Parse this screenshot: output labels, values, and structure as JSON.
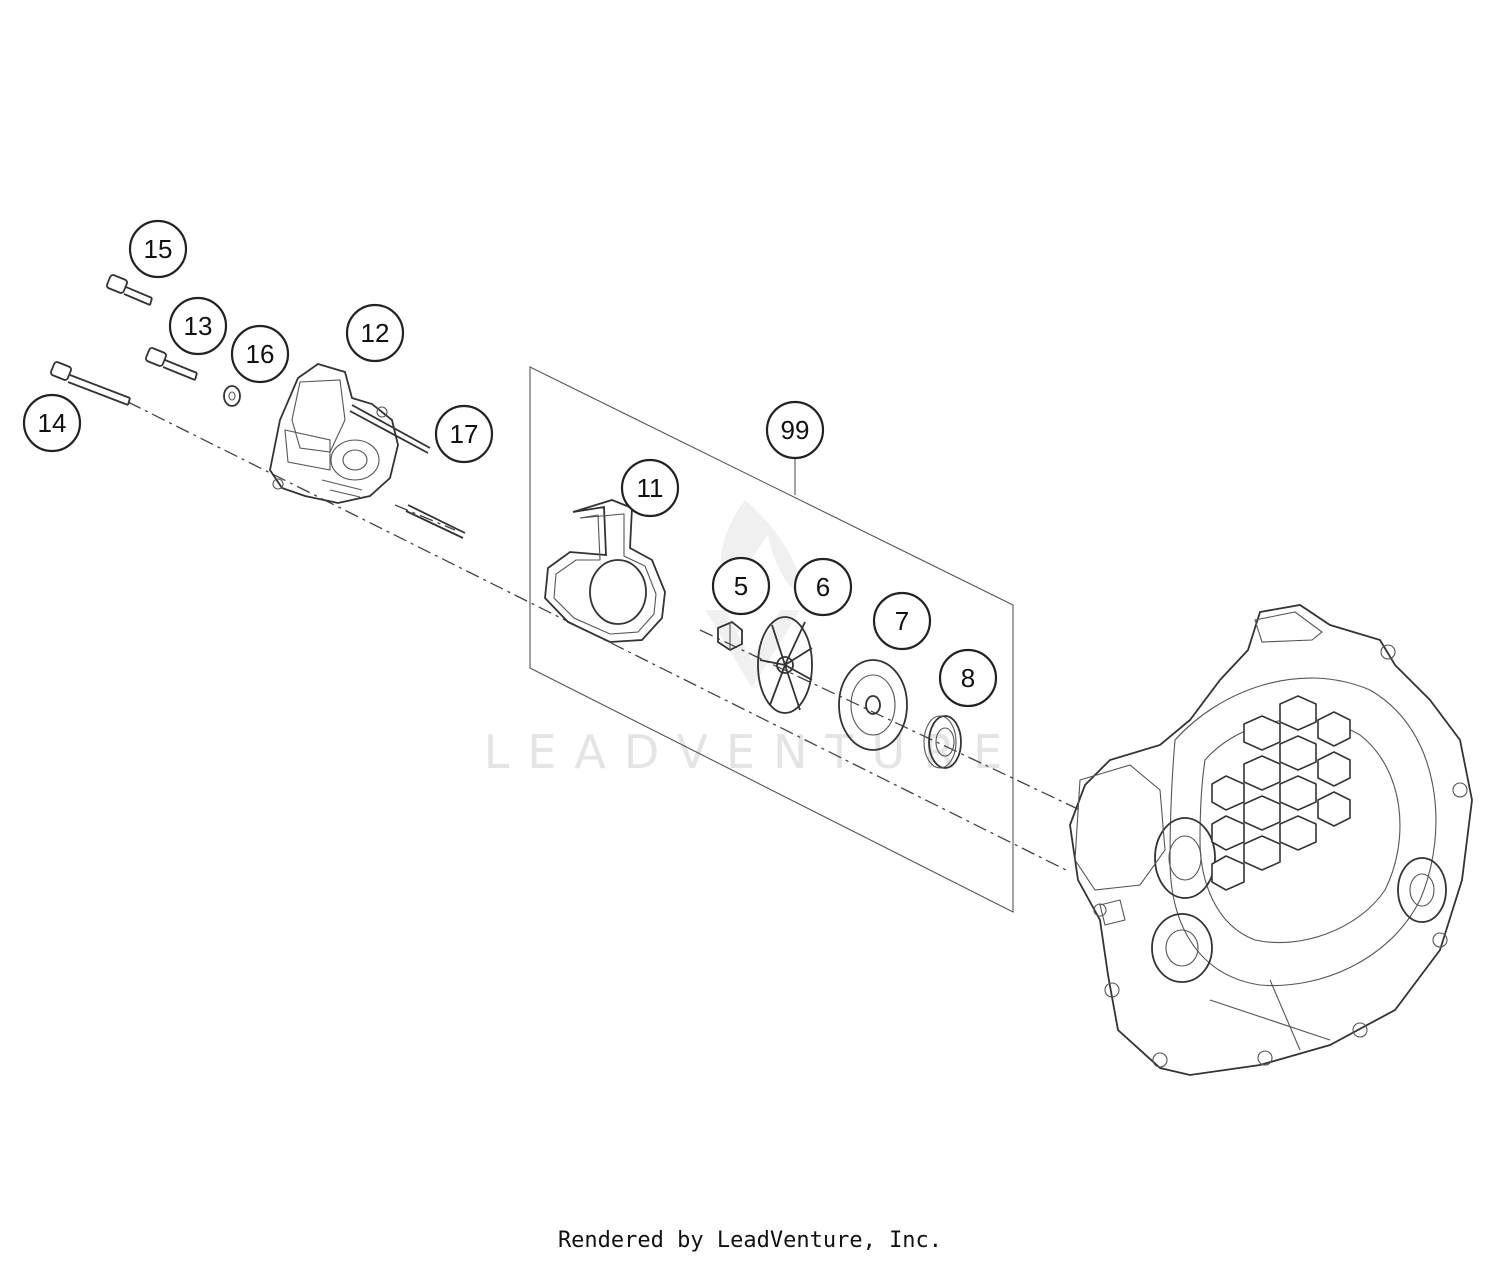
{
  "callouts": [
    {
      "label": "15"
    },
    {
      "label": "13"
    },
    {
      "label": "16"
    },
    {
      "label": "12"
    },
    {
      "label": "14"
    },
    {
      "label": "17"
    },
    {
      "label": "99"
    },
    {
      "label": "11"
    },
    {
      "label": "5"
    },
    {
      "label": "6"
    },
    {
      "label": "7"
    },
    {
      "label": "8"
    }
  ],
  "watermark": {
    "text": "LEADVENTURE"
  },
  "footer": {
    "text": "Rendered by LeadVenture, Inc."
  }
}
